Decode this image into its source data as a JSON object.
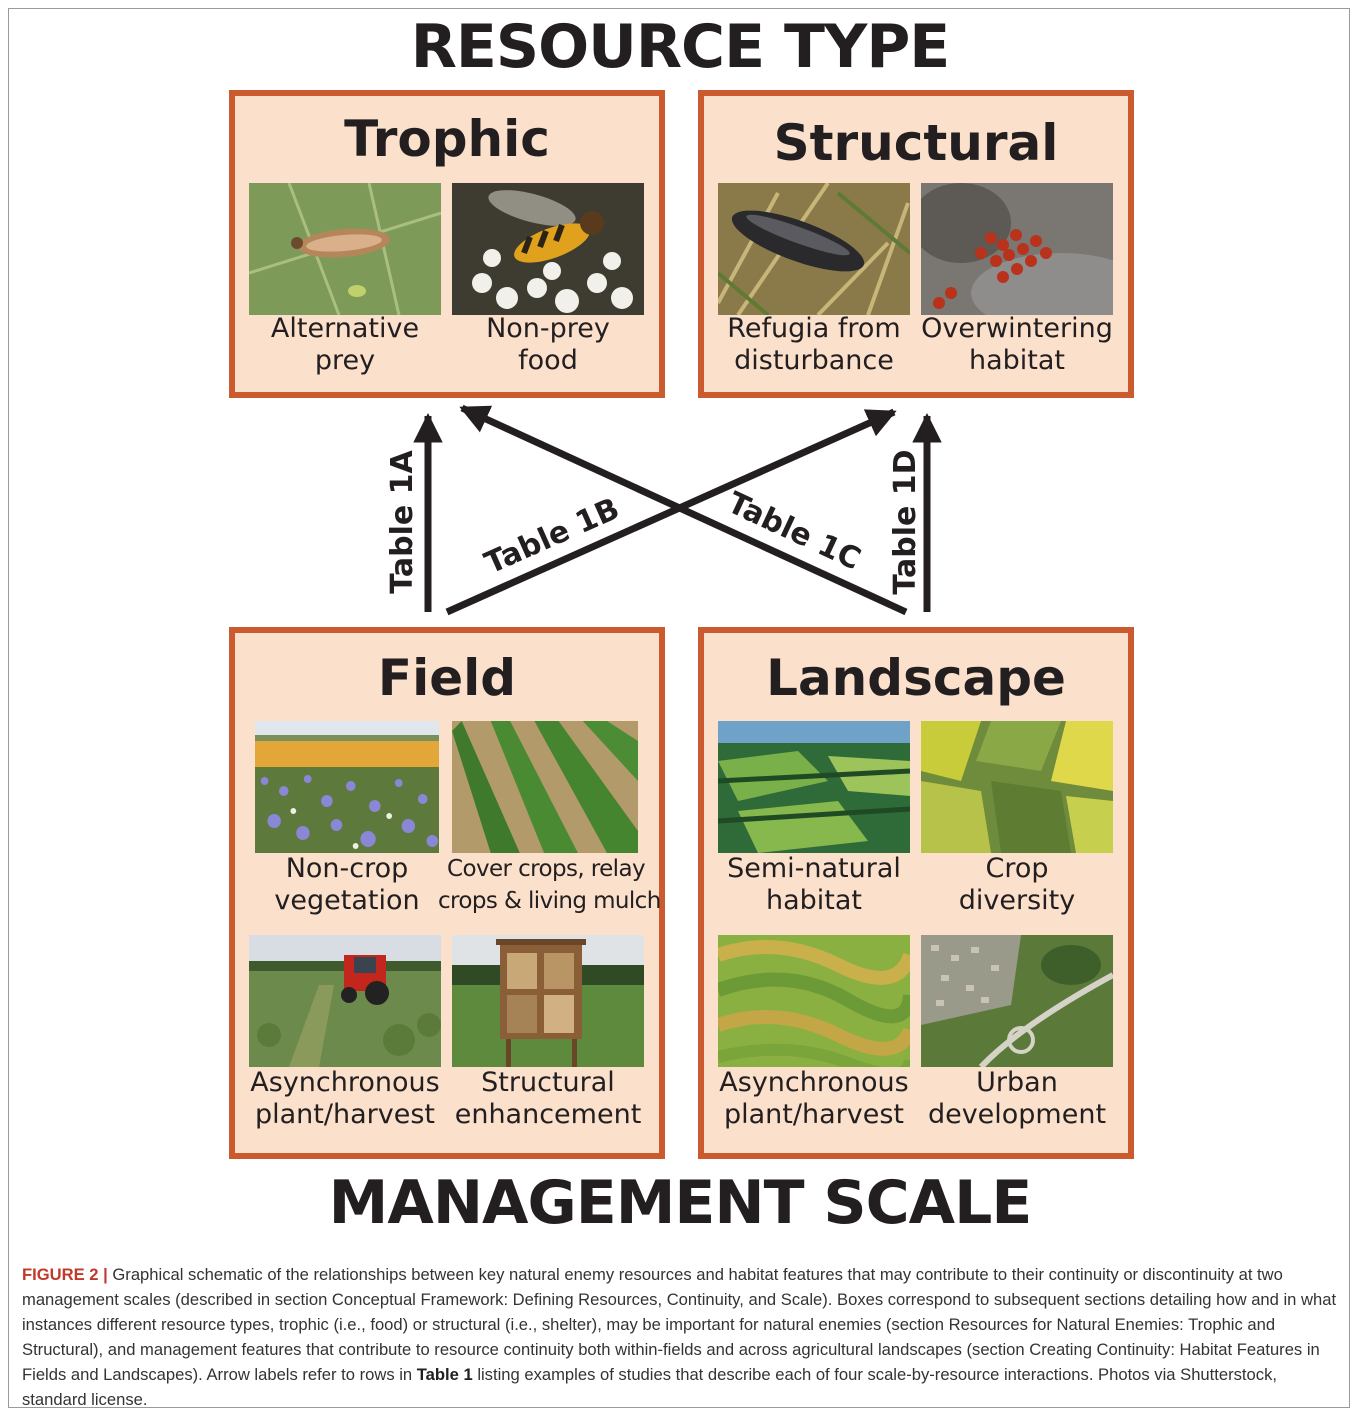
{
  "top_title": "RESOURCE TYPE",
  "bottom_title": "MANAGEMENT SCALE",
  "boxes": {
    "trophic": {
      "title": "Trophic",
      "items": [
        {
          "line1": "Alternative",
          "line2": "prey",
          "photo": "aphid-larva-on-leaf-photo"
        },
        {
          "line1": "Non-prey",
          "line2": "food",
          "photo": "hoverfly-on-flowers-photo"
        }
      ]
    },
    "structural": {
      "title": "Structural",
      "items": [
        {
          "line1": "Refugia from",
          "line2": "disturbance",
          "photo": "beetle-in-grass-photo"
        },
        {
          "line1": "Overwintering",
          "line2": "habitat",
          "photo": "ladybird-cluster-on-rock-photo"
        }
      ]
    },
    "field": {
      "title": "Field",
      "items": [
        {
          "line1": "Non-crop",
          "line2": "vegetation",
          "photo": "wildflower-strip-photo"
        },
        {
          "line1": "Cover crops, relay",
          "line2": "crops & living mulch",
          "photo": "crop-rows-photo"
        },
        {
          "line1": "Asynchronous",
          "line2": "plant/harvest",
          "photo": "tractor-harvest-photo"
        },
        {
          "line1": "Structural",
          "line2": "enhancement",
          "photo": "insect-hotel-photo"
        }
      ]
    },
    "landscape": {
      "title": "Landscape",
      "items": [
        {
          "line1": "Semi-natural",
          "line2": "habitat",
          "photo": "aerial-hedgerows-photo"
        },
        {
          "line1": "Crop",
          "line2": "diversity",
          "photo": "aerial-crop-patchwork-photo"
        },
        {
          "line1": "Asynchronous",
          "line2": "plant/harvest",
          "photo": "aerial-terraces-photo"
        },
        {
          "line1": "Urban",
          "line2": "development",
          "photo": "aerial-town-photo"
        }
      ]
    }
  },
  "arrows": {
    "a": "Table 1A",
    "b": "Table 1B",
    "c": "Table 1C",
    "d": "Table 1D"
  },
  "caption": {
    "label": "FIGURE 2 |",
    "text_1": " Graphical schematic of the relationships between key natural enemy resources and habitat features that may contribute to their continuity or discontinuity at two management scales (described in section Conceptual Framework: Defining Resources, Continuity, and Scale). Boxes correspond to subsequent sections detailing how and in what instances different resource types, trophic (i.e., food) or structural (i.e., shelter), may be important for natural enemies (section Resources for Natural Enemies: Trophic and Structural), and management features that contribute to resource continuity both within-fields and across agricultural landscapes (section Creating Continuity: Habitat Features in Fields and Landscapes). Arrow labels refer to rows in ",
    "table_ref": "Table 1",
    "text_2": " listing examples of studies that describe each of four scale-by-resource interactions. Photos via Shutterstock, standard license."
  },
  "colors": {
    "box_border": "#cc5a2f",
    "box_fill": "#fbe0cc",
    "arrow": "#231f20",
    "figure_label": "#c0392b"
  }
}
